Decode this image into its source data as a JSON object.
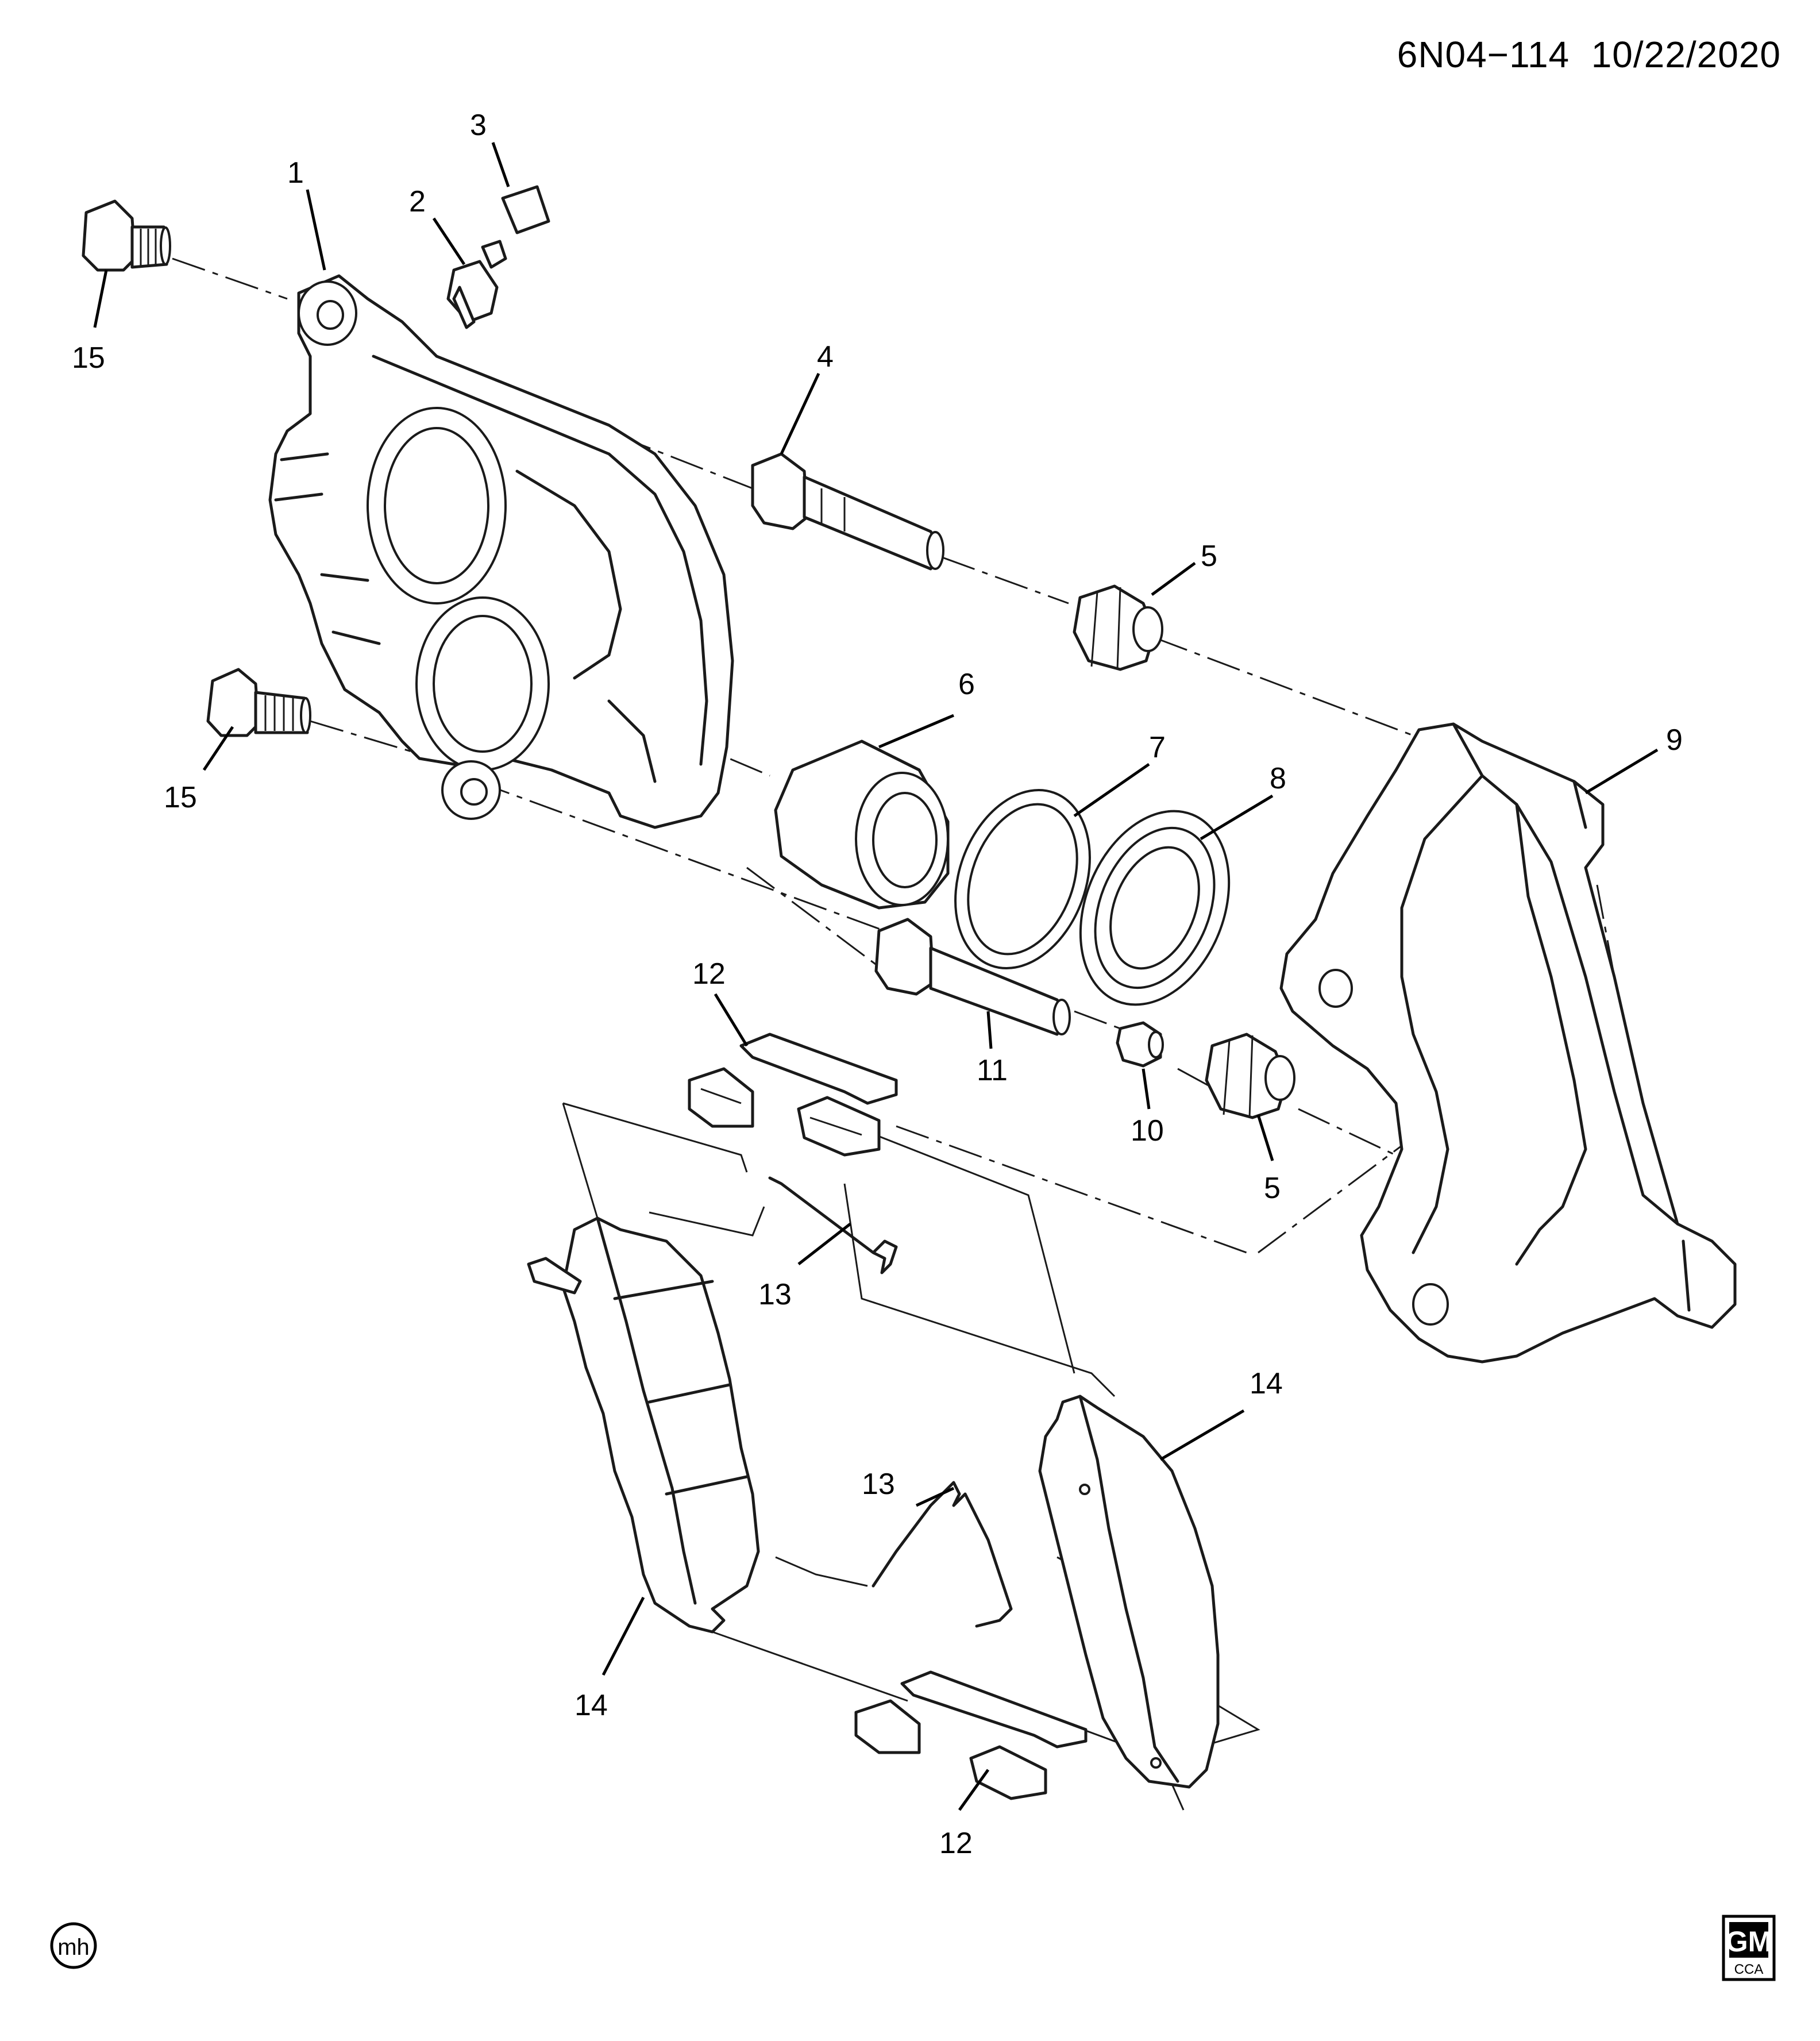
{
  "header": {
    "diagram_id": "6N04−114",
    "date": "10/22/2020"
  },
  "callouts": {
    "c1": "1",
    "c2": "2",
    "c3": "3",
    "c4": "4",
    "c5a": "5",
    "c5b": "5",
    "c6": "6",
    "c7": "7",
    "c8": "8",
    "c9": "9",
    "c10": "10",
    "c11": "11",
    "c12a": "12",
    "c12b": "12",
    "c13a": "13",
    "c13b": "13",
    "c14a": "14",
    "c14b": "14",
    "c15a": "15",
    "c15b": "15"
  },
  "footer": {
    "artist_mark": "mh",
    "logo_text": "GM",
    "logo_sub": "CCA"
  },
  "icons": {
    "artist": "artist-initials-badge",
    "brand": "gm-logo"
  }
}
